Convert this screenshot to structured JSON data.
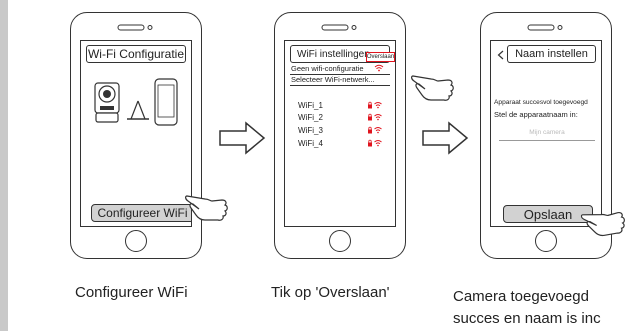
{
  "steps": [
    {
      "screen_title": "Wi-Fi Configuratie",
      "button_label": "Configureer WiFi",
      "caption": "Configureer WiFi"
    },
    {
      "screen_title": "WiFi instellingen",
      "skip_label": "Overslaan",
      "no_config_label": "Geen wifi-configuratie",
      "select_network_label": "Selecteer WiFi-netwerk...",
      "networks": [
        "WiFi_1",
        "WiFi_2",
        "WiFi_3",
        "WiFi_4"
      ],
      "caption": "Tik op 'Overslaan'"
    },
    {
      "screen_title": "Naam instellen",
      "success_text": "Apparaat succesvol toegevoegd",
      "name_prompt": "Stel de apparaatnaam in:",
      "name_placeholder": "Mijn camera",
      "save_label": "Opslaan",
      "caption_line1": "Camera toegevoegd",
      "caption_line2": "succes en naam is inc"
    }
  ],
  "colors": {
    "accent": "#e0141e",
    "button": "#d2d2d2",
    "outline": "#333333"
  },
  "icons": [
    "arrow-right-icon",
    "hand-pointer-icon",
    "camera-icon",
    "router-icon",
    "phone-icon",
    "wifi-icon",
    "lock-icon"
  ]
}
